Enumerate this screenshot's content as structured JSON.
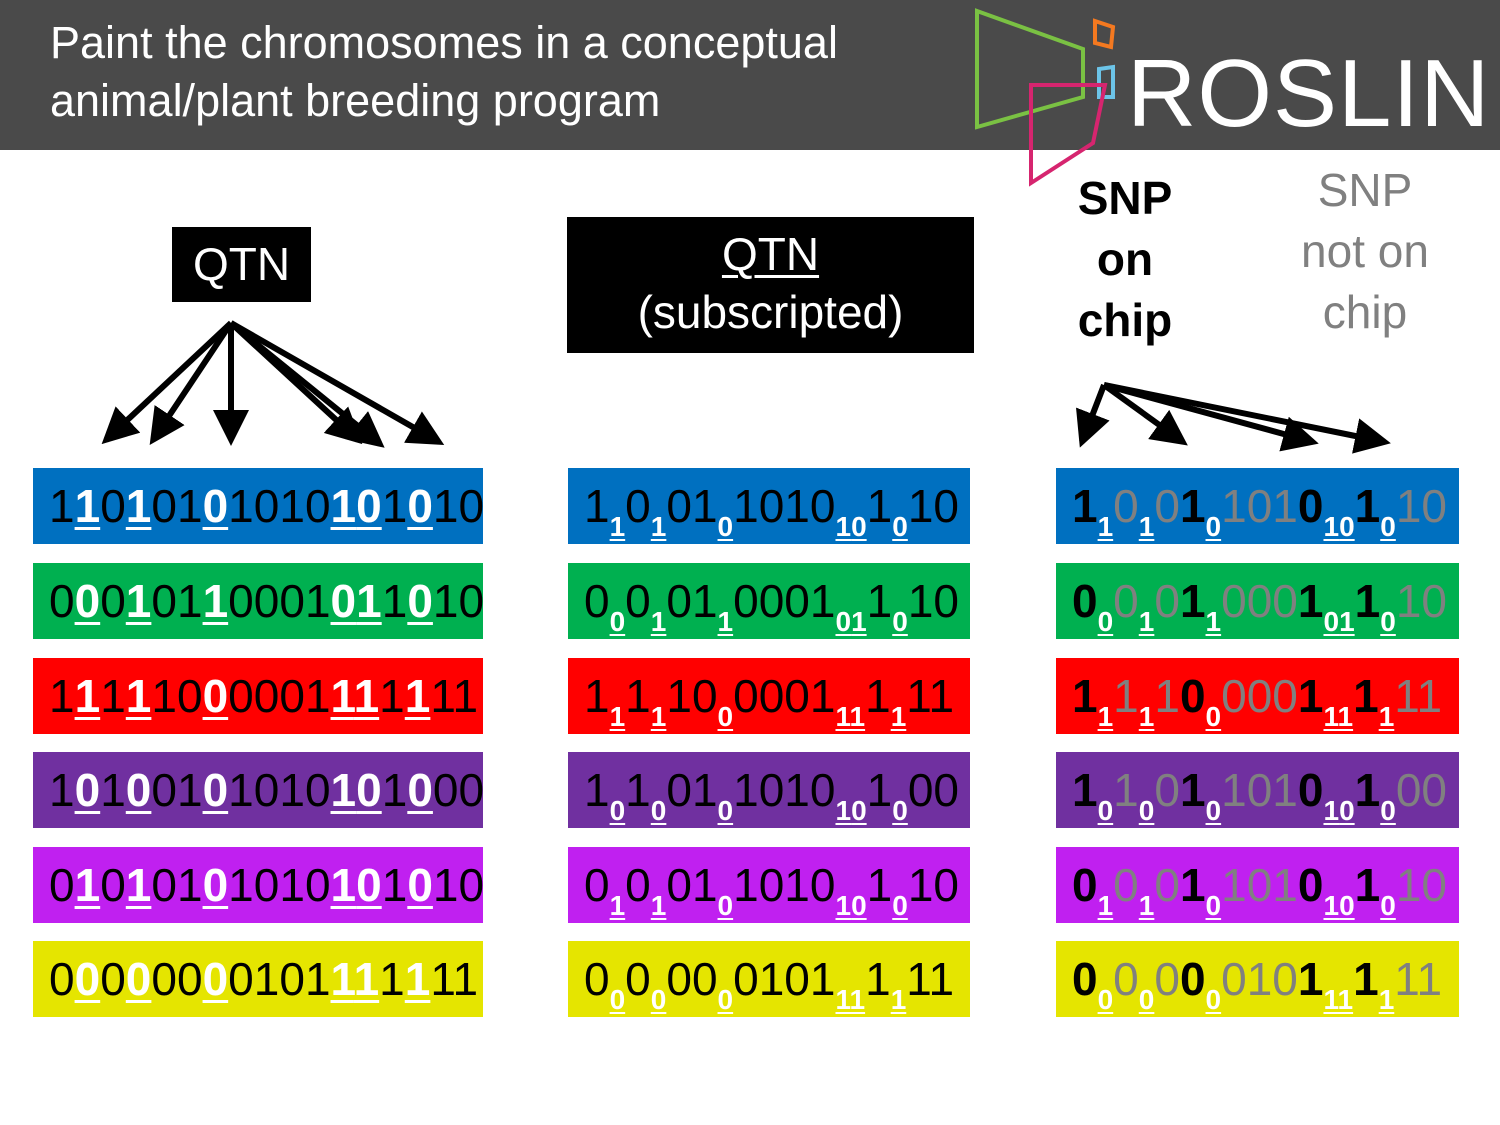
{
  "header": {
    "title_line1": "Paint the chromosomes in a conceptual",
    "title_line2": "animal/plant breeding program",
    "logo_text": "ROSLIN",
    "logo_colors": {
      "green": "#7ac143",
      "orange": "#f47920",
      "blue": "#6cc4e8",
      "pink": "#d6256f"
    }
  },
  "labels": {
    "qtn": "QTN",
    "qtn_sub_line1": "QTN",
    "qtn_sub_line2": "(subscripted)",
    "snp_on_line1": "SNP",
    "snp_on_line2": "on",
    "snp_on_line3": "chip",
    "snp_off_line1": "SNP",
    "snp_off_line2": "not on",
    "snp_off_line3": "chip"
  },
  "legend_colors": {
    "qtn": "#ffffff",
    "snp_on_chip": "#000000",
    "snp_not_on_chip": "#808080"
  },
  "chromosomes": [
    {
      "bg": "#0070c0",
      "fg": "#000000",
      "accent": "#ffffff",
      "snp_off": "#808080",
      "sequence": "11010101010101010"
    },
    {
      "bg": "#00b050",
      "fg": "#000000",
      "accent": "#ffffff",
      "snp_off": "#808080",
      "sequence": "00010110001011010"
    },
    {
      "bg": "#ff0000",
      "fg": "#000000",
      "accent": "#ffffff",
      "snp_off": "#808080",
      "sequence": "11111000001111111"
    },
    {
      "bg": "#7030a0",
      "fg": "#000000",
      "accent": "#ffffff",
      "snp_off": "#808080",
      "sequence": "10100101010101000"
    },
    {
      "bg": "#c020f0",
      "fg": "#000000",
      "accent": "#ffffff",
      "snp_off": "#808080",
      "sequence": "01010101010101010"
    },
    {
      "bg": "#e5e500",
      "fg": "#000000",
      "accent": "#ffffff",
      "snp_off": "#808080",
      "sequence": "00000000101111111"
    }
  ],
  "structure": {
    "qtn_positions": [
      1,
      3,
      6,
      11,
      12,
      14
    ],
    "snp_on_chip_positions": [
      0,
      5,
      10,
      13
    ]
  }
}
